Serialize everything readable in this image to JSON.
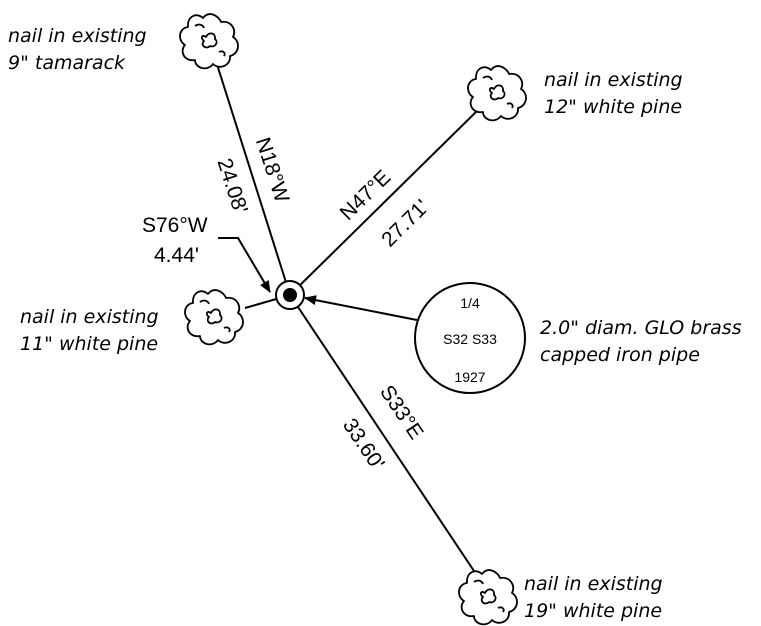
{
  "trees": {
    "nw": {
      "line1": "nail in existing",
      "line2": "9\" tamarack"
    },
    "ne": {
      "line1": "nail in existing",
      "line2": "12\" white pine"
    },
    "w": {
      "line1": "nail in existing",
      "line2": "11\" white pine"
    },
    "se": {
      "line1": "nail in existing",
      "line2": "19\" white pine"
    }
  },
  "ties": {
    "nw": {
      "bearing": "N18°W",
      "distance": "24.08'"
    },
    "ne": {
      "bearing": "N47°E",
      "distance": "27.71'"
    },
    "w": {
      "bearing": "S76°W",
      "distance": "4.44'"
    },
    "se": {
      "bearing": "S33°E",
      "distance": "33.60'"
    }
  },
  "monument": {
    "cap_line1": "1/4",
    "cap_line2": "S32 S33",
    "cap_line3": "1927",
    "desc_line1": "2.0\" diam. GLO brass",
    "desc_line2": "capped iron pipe"
  }
}
